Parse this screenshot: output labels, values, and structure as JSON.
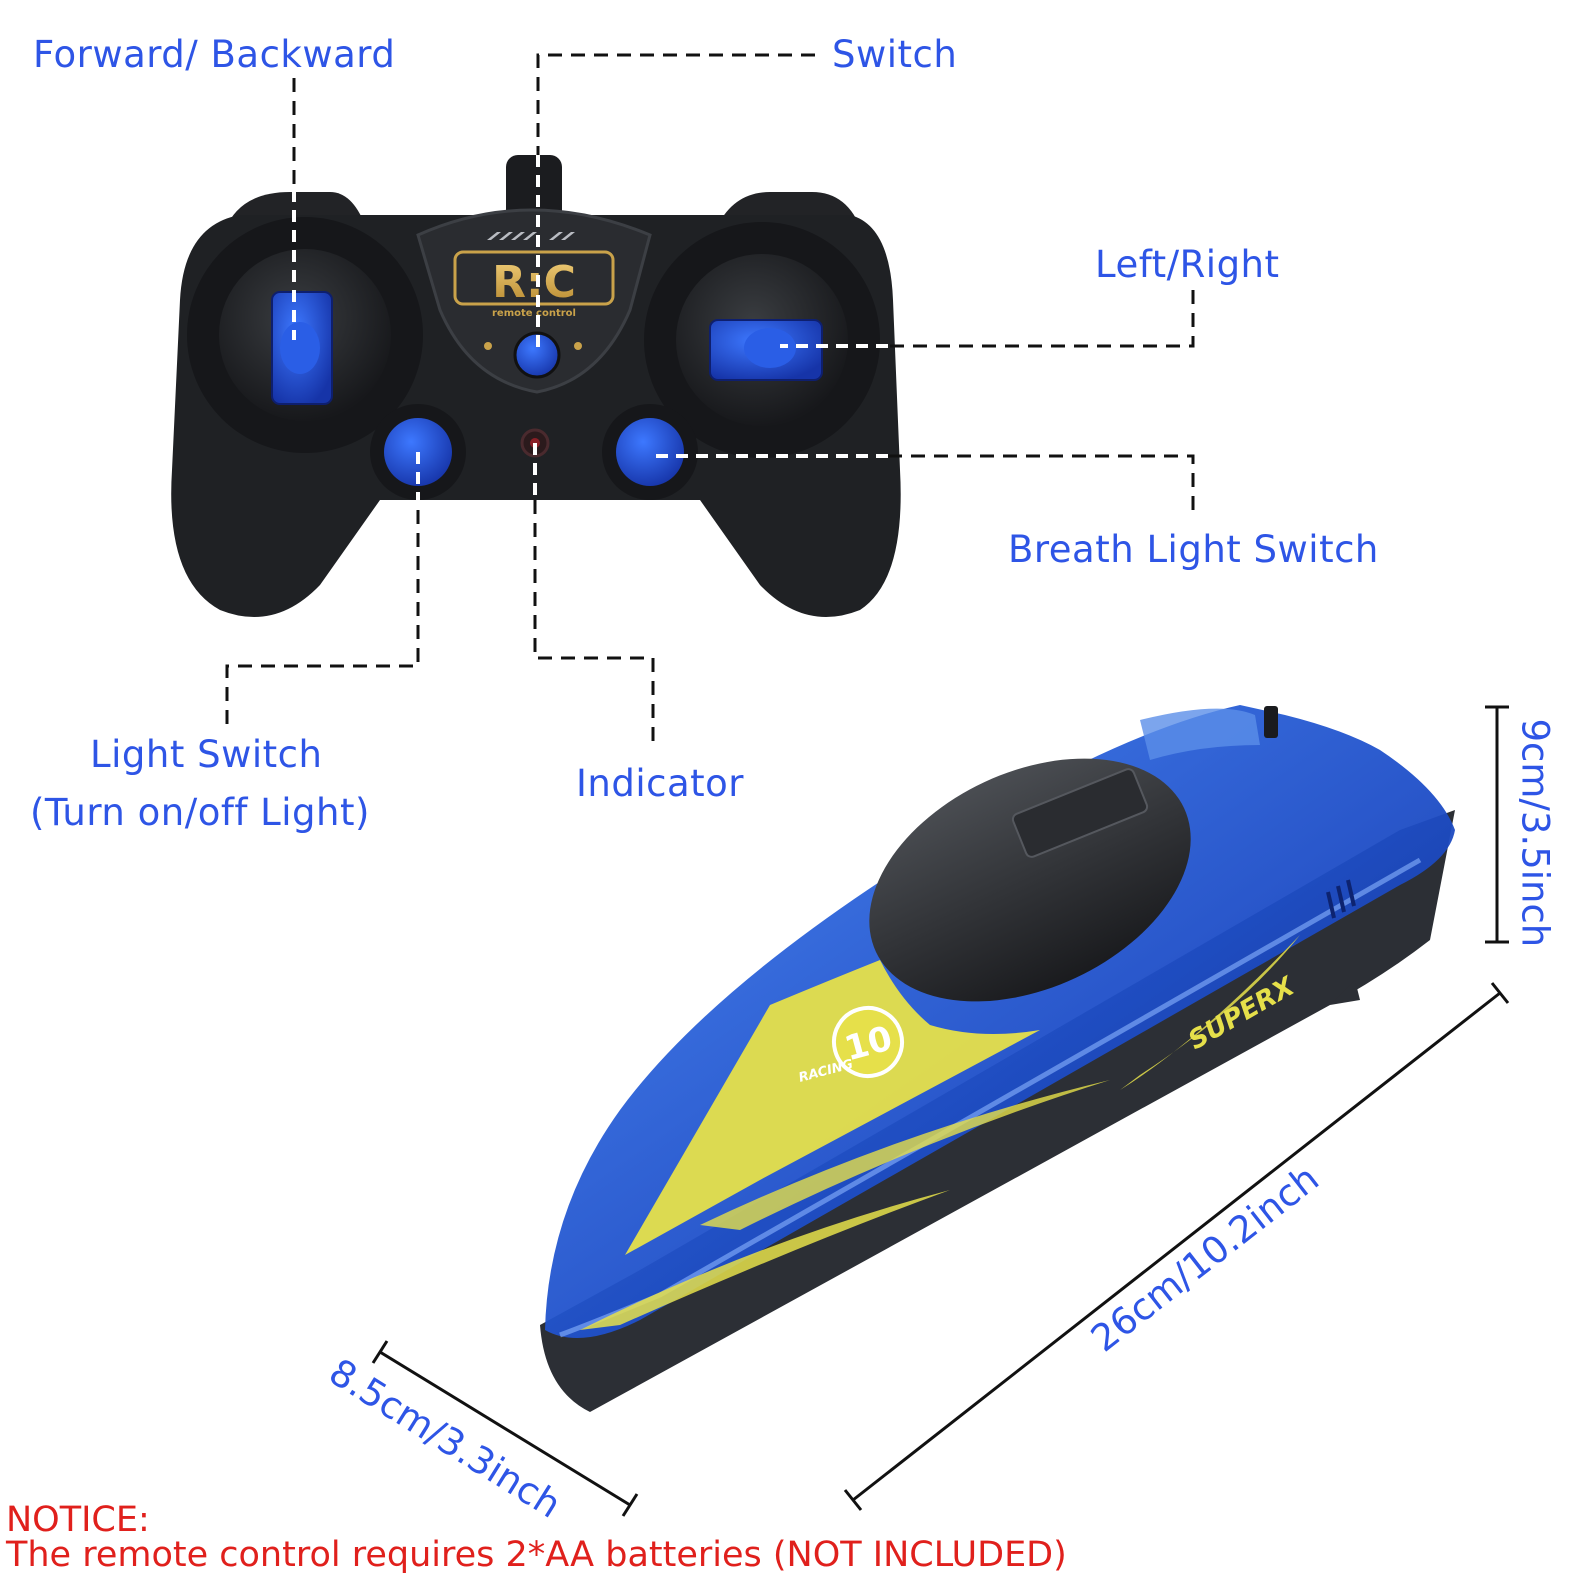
{
  "labels": {
    "forward_backward": "Forward/ Backward",
    "switch": "Switch",
    "left_right": "Left/Right",
    "breath_light_switch": "Breath Light Switch",
    "light_switch": "Light Switch",
    "light_switch_sub": "(Turn on/off Light)",
    "indicator": "Indicator"
  },
  "controller": {
    "logo_text": "R:C",
    "logo_subtext": "remote control"
  },
  "boat": {
    "number": "10",
    "racing_text": "RACING",
    "brand_text": "SUPERX"
  },
  "dimensions": {
    "height": "9cm/3.5inch",
    "length": "26cm/10.2inch",
    "width": "8.5cm/3.3inch"
  },
  "notice": {
    "title": "NOTICE:",
    "text": "The remote control requires 2*AA batteries (NOT INCLUDED)"
  },
  "colors": {
    "label_blue": "#2e55e6",
    "notice_red": "#e0201c",
    "controller_black": "#1f2124",
    "button_blue": "#1f4fcf",
    "boat_blue": "#1e4ec8",
    "stripe_yellow": "#e6e04a"
  }
}
